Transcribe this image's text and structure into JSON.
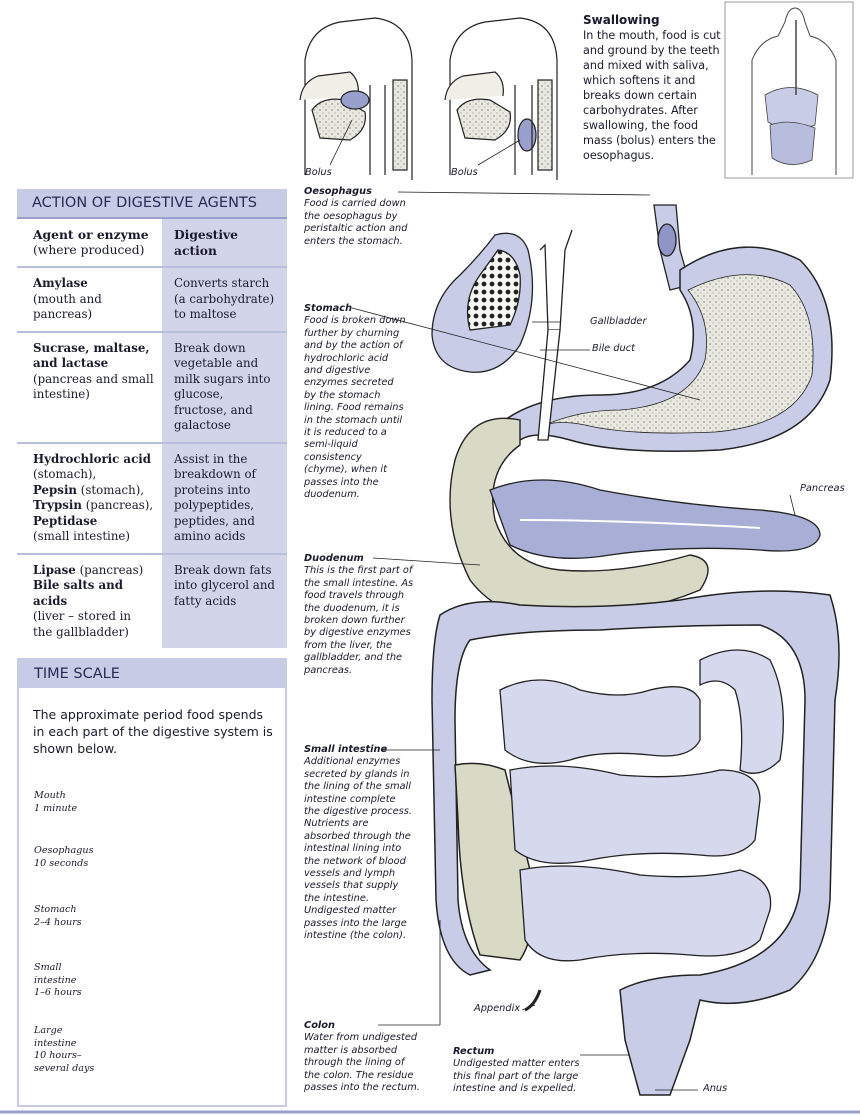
{
  "swallowing": {
    "heading": "Swallowing",
    "text": "In the mouth, food is cut and ground by the teeth and mixed with saliva, which softens it and breaks down certain carbohydrates. After swallowing, the food mass (bolus) enters the oesophagus."
  },
  "bolus_labels": [
    "Bolus",
    "Bolus"
  ],
  "action_table": {
    "title": "ACTION OF DIGESTIVE AGENTS",
    "col1_head": "Agent or enzyme",
    "col1_sub": "(where produced)",
    "col2_head": "Digestive action",
    "rows": [
      {
        "agent_b1": "Amylase",
        "agent_r1": "(mouth and pancreas)",
        "action": "Converts starch (a carbohydrate) to maltose"
      },
      {
        "agent_b1": "Sucrase, maltase, and lactase",
        "agent_r1": "(pancreas and small intestine)",
        "action": "Break down vegetable and milk sugars into glucose, fructose, and galactose"
      },
      {
        "agent_b1": "Hydrochloric acid",
        "agent_r1": "(stomach),",
        "agent_b2": "Pepsin",
        "agent_r2": " (stomach),",
        "agent_b3": "Trypsin",
        "agent_r3": " (pancreas),",
        "agent_b4": "Peptidase",
        "agent_r4": "(small intestine)",
        "action": "Assist in the breakdown of proteins into polypeptides, peptides, and amino acids"
      },
      {
        "agent_b1": "Lipase",
        "agent_r1": " (pancreas)",
        "agent_b2": "Bile salts and acids",
        "agent_r2": "(liver – stored in the gallbladder)",
        "action": "Break down fats into glycerol and fatty acids"
      }
    ]
  },
  "time_scale": {
    "title": "TIME SCALE",
    "intro": "The approximate period food spends in each part of the digestive system is shown below.",
    "items": [
      {
        "part": "Mouth",
        "time": "1 minute"
      },
      {
        "part": "Oesophagus",
        "time": "10 seconds"
      },
      {
        "part": "Stomach",
        "time": "2–4 hours"
      },
      {
        "part": "Small intestine",
        "time": "1–6 hours"
      },
      {
        "part": "Large intestine",
        "time": "10 hours– several days"
      }
    ]
  },
  "organs": {
    "oesophagus": {
      "title": "Oesophagus",
      "text": "Food is carried down the oesophagus by peristaltic action and enters the stomach."
    },
    "stomach": {
      "title": "Stomach",
      "text": "Food is broken down further by churning and by the action of hydrochloric acid and digestive enzymes secreted by the stomach lining. Food remains in the stomach until it is reduced to a semi-liquid consistency (chyme), when it passes into the duodenum."
    },
    "duodenum": {
      "title": "Duodenum",
      "text": "This is the first part of the small intestine. As food travels through the duodenum, it is broken down further by digestive enzymes from the liver, the gallbladder, and the pancreas."
    },
    "small_intestine": {
      "title": "Small intestine",
      "text": "Additional enzymes secreted by glands in the lining of the small intestine complete the digestive process. Nutrients are absorbed through the intestinal lining into the network of blood vessels and lymph vessels that supply the intestine. Undigested matter passes into the large intestine (the colon)."
    },
    "colon": {
      "title": "Colon",
      "text": "Water from undigested matter is absorbed through the lining of the colon. The residue passes into the rectum."
    },
    "rectum": {
      "title": "Rectum",
      "text": "Undigested matter enters this final part of the large intestine and is expelled."
    }
  },
  "small_labels": {
    "gallbladder": "Gallbladder",
    "bile_duct": "Bile duct",
    "pancreas": "Pancreas",
    "appendix": "Appendix",
    "anus": "Anus"
  },
  "colors": {
    "panel": "#d2d5ea",
    "panel_title": "#c7cbe5",
    "organ": "#c9cce6",
    "organ_dark": "#8f95c4",
    "outline": "#222233"
  }
}
